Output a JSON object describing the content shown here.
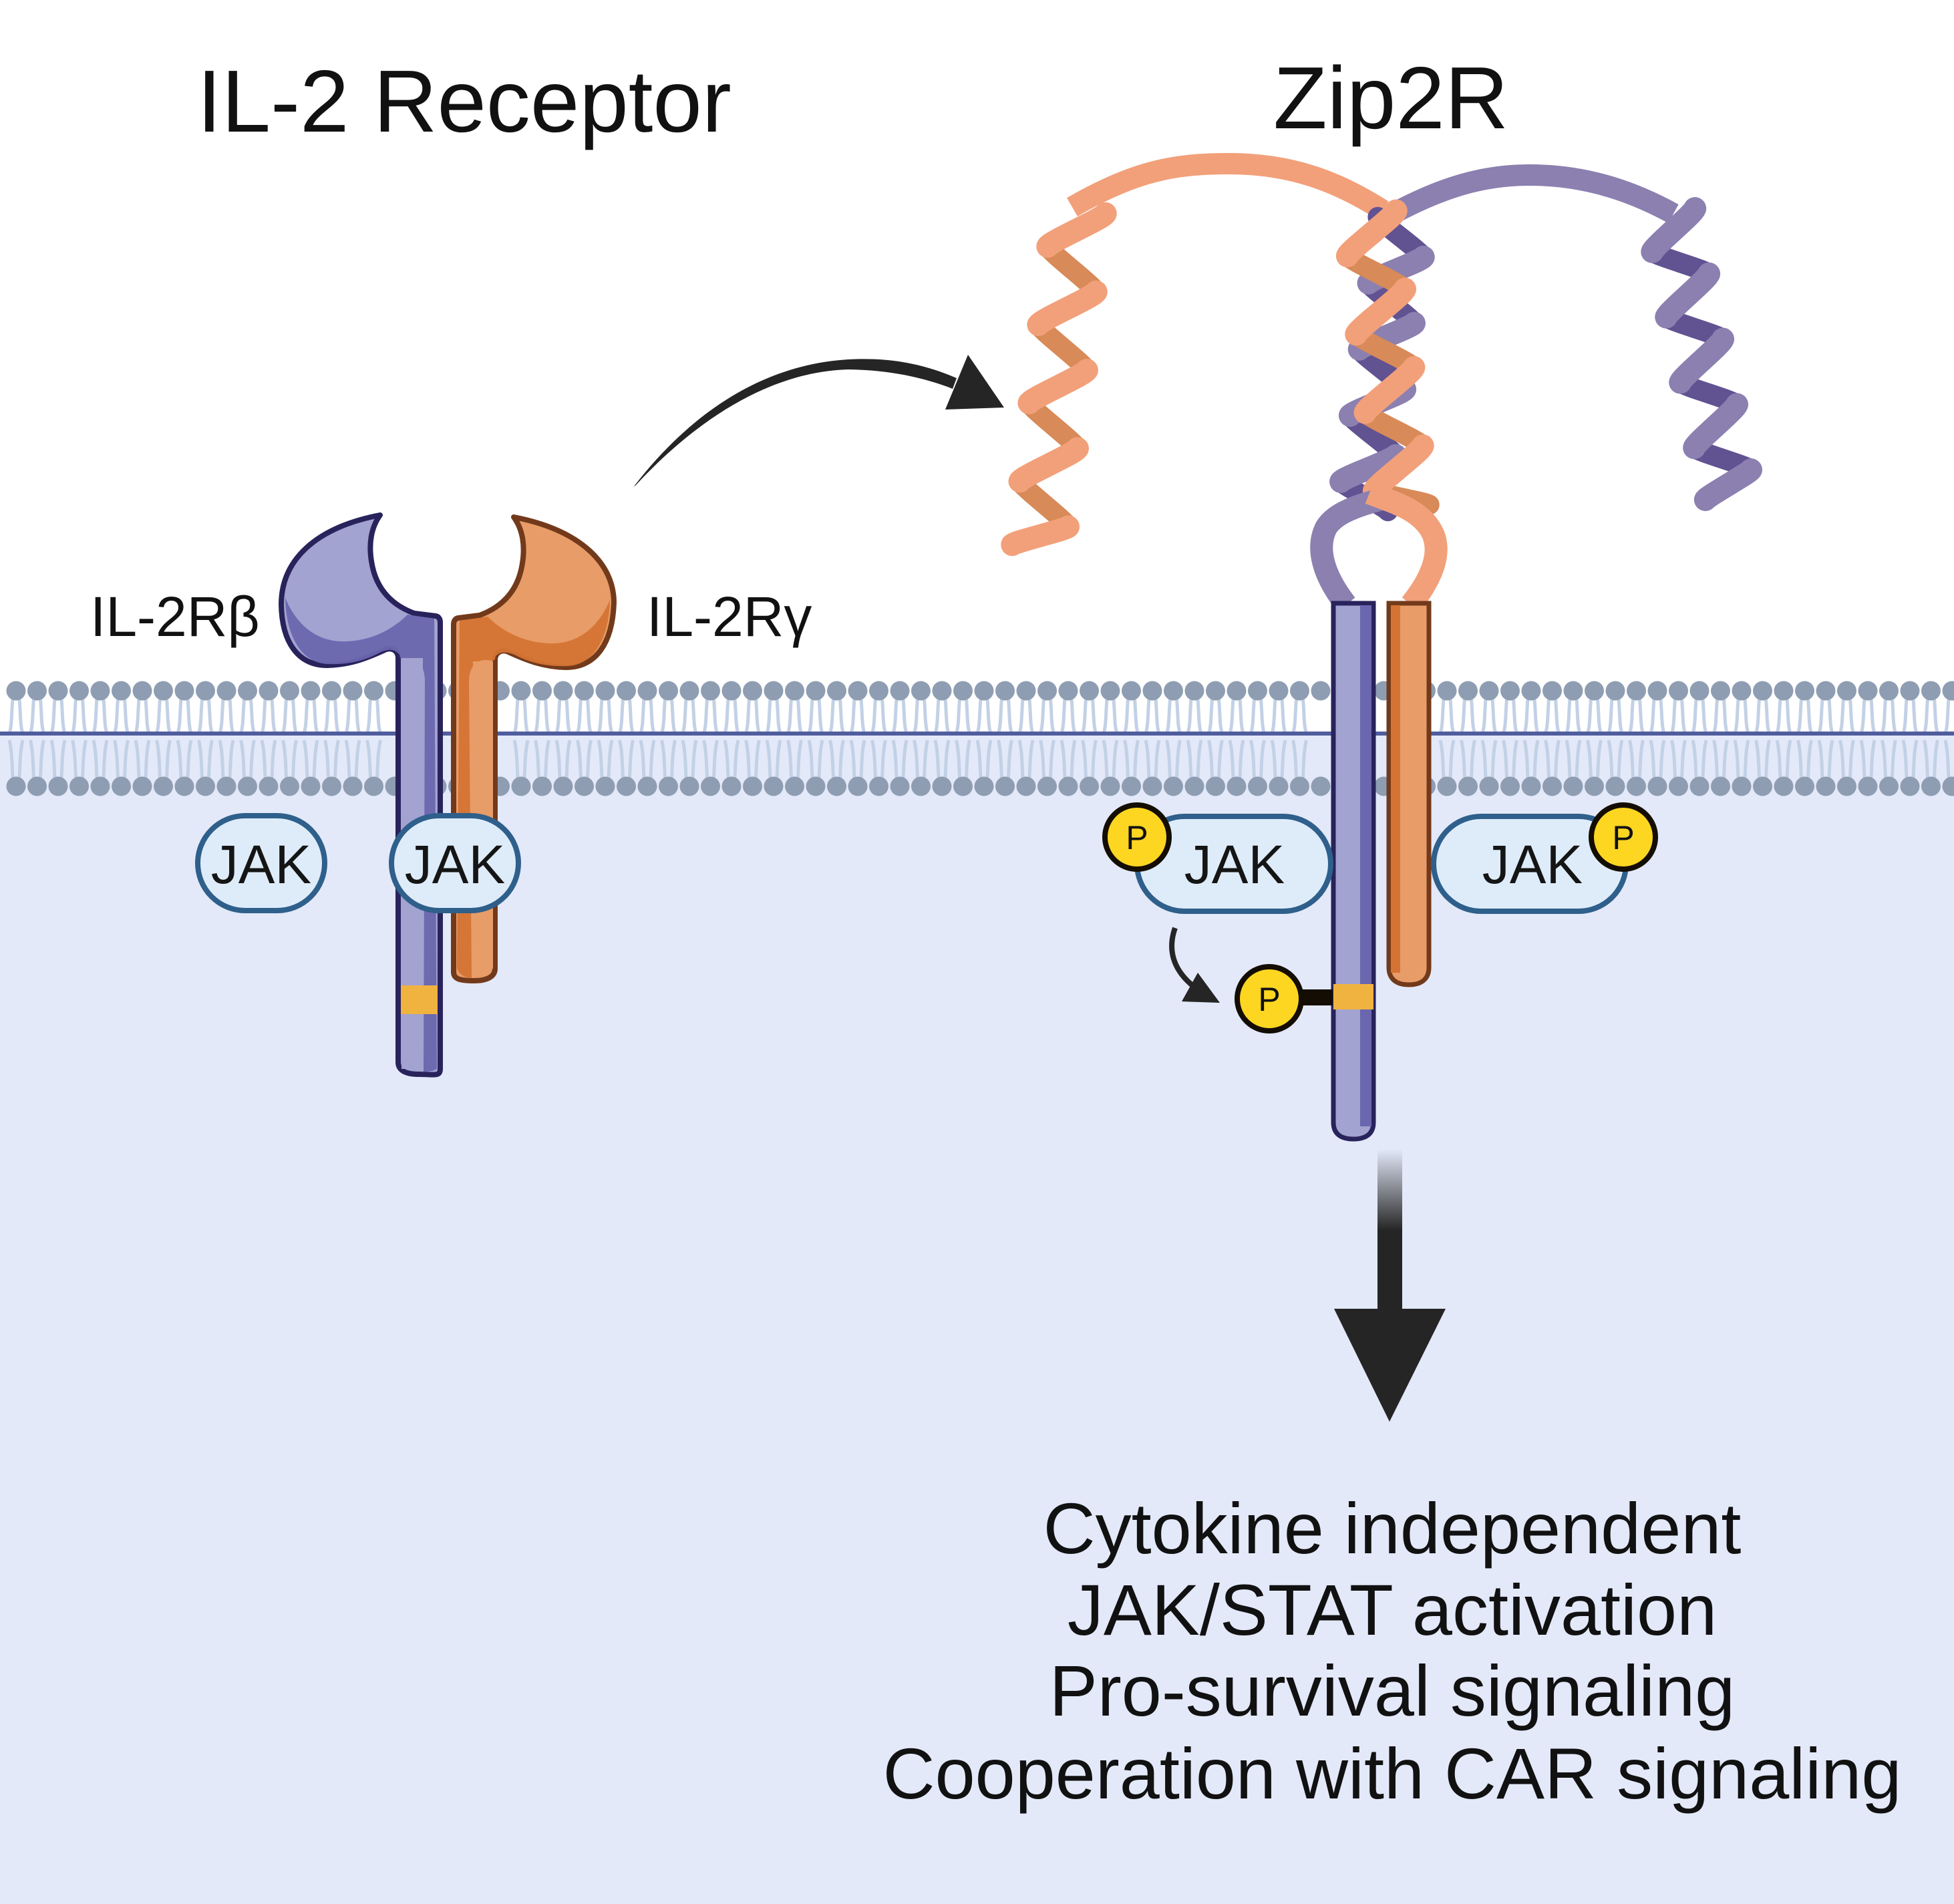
{
  "titles": {
    "left": "IL-2 Receptor",
    "right": "Zip2R"
  },
  "labels": {
    "il2rb": "IL-2Rβ",
    "il2rg": "IL-2Rγ",
    "jak": "JAK",
    "phospho": "P"
  },
  "left_panel": {
    "receptor_chains": [
      "IL-2Rβ",
      "IL-2Rγ"
    ],
    "kinases": [
      "JAK",
      "JAK"
    ]
  },
  "right_panel": {
    "construct": "Zip2R",
    "kinases": [
      {
        "label": "JAK",
        "phosphorylated": true
      },
      {
        "label": "JAK",
        "phosphorylated": true
      }
    ],
    "receptor_tail_phosphorylated": true
  },
  "outcomes": [
    "Cytokine independent",
    "JAK/STAT activation",
    "Pro-survival signaling",
    "Cooperation with CAR signaling"
  ],
  "colors": {
    "purple_light": "#A2A3D0",
    "purple_dark": "#6A67AE",
    "purple_outline": "#29235C",
    "orange_light": "#E89C68",
    "orange_dark": "#D47434",
    "orange_outline": "#723A1B",
    "helix_orange": "#F2A07A",
    "helix_orange_back": "#D88A58",
    "helix_purple": "#8B80B0",
    "helix_purple_back": "#615292",
    "jak_fill": "#DEECFA",
    "jak_stroke": "#2F5F8B",
    "phospho_fill": "#FDD622",
    "tyrosine_band": "#F1B340",
    "membrane_head": "#8E9DB2",
    "membrane_tail": "#C3D1E6",
    "membrane_line": "#505E9E",
    "cytoplasm": "#E3E9F9",
    "arrow": "#252525"
  }
}
